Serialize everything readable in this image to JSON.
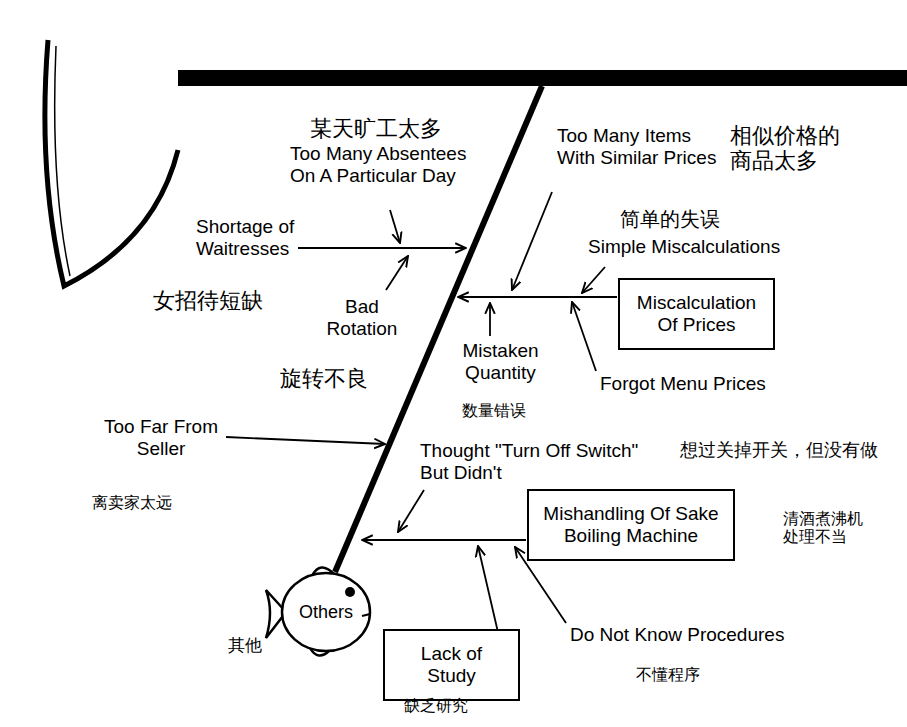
{
  "diagram": {
    "nodes": [
      {
        "text": [
          "Miscalculation Of Prices"
        ]
      },
      {
        "text": [
          "Mishandling Of Sake Boiling Machine"
        ]
      },
      {
        "text": [
          "Others"
        ]
      },
      {
        "text": [
          "Lack of Study"
        ]
      }
    ],
    "labels": [
      "某天旷工太多",
      "Too Many Absentees On A Particular Day",
      "Too Many Items With Similar Prices",
      "相似价格的 商品太多",
      "Shortage of Waitresses",
      "简单的失误",
      "Simple Miscalculations",
      "女招待短缺",
      "Bad Rotation",
      "旋转不良",
      "Mistaken Quantity",
      "数量错误",
      "Forgot Menu Prices",
      "Too Far From Seller",
      "离卖家太远",
      "Thought \"Turn Off Switch\" But Didn't",
      "想过关掉开关，但没有做",
      "清酒煮沸机 处理不当",
      "其他",
      "Do Not Know Procedures",
      "不懂程序",
      "缺乏研究"
    ]
  }
}
